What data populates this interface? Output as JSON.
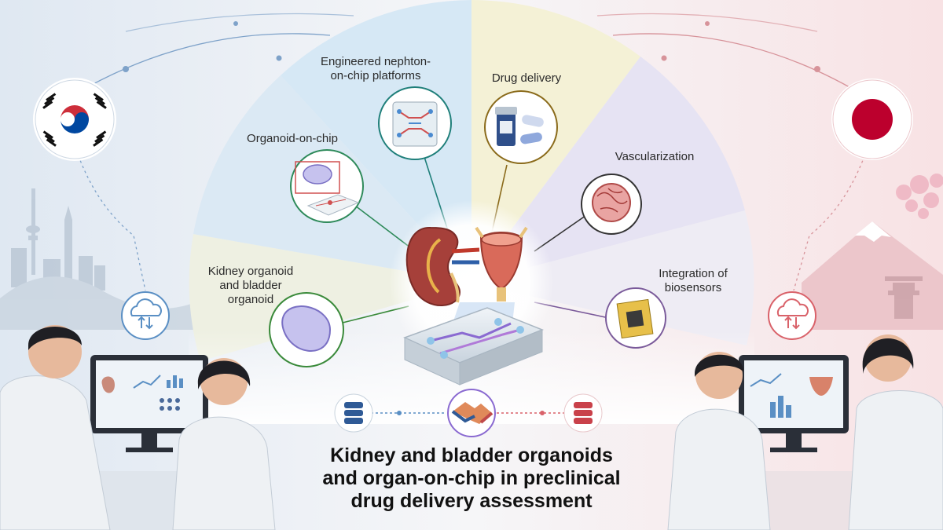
{
  "title": {
    "line1": "Kidney and bladder organoids",
    "line2": "and organ-on-chip in preclinical",
    "line3": "drug delivery assessment"
  },
  "segments": [
    {
      "id": "kidney-bladder-organoid",
      "lines": [
        "Kidney organoid",
        "and bladder",
        "organoid"
      ],
      "color": "#eef0e2",
      "ring": "#3a8a3a"
    },
    {
      "id": "organoid-on-chip",
      "lines": [
        "Organoid-on-chip"
      ],
      "color": "#dbe9f4",
      "ring": "#2e8a5a"
    },
    {
      "id": "nephron-on-chip",
      "lines": [
        "Engineered nephton-",
        "on-chip platforms"
      ],
      "color": "#d6e8f5",
      "ring": "#1f7f7a"
    },
    {
      "id": "drug-delivery",
      "lines": [
        "Drug delivery"
      ],
      "color": "#f4f1d6",
      "ring": "#8a6a1a"
    },
    {
      "id": "vascularization",
      "lines": [
        "Vascularization"
      ],
      "color": "#e6e3f3",
      "ring": "#333333"
    },
    {
      "id": "biosensors",
      "lines": [
        "Integration of",
        "biosensors"
      ],
      "color": "#eeecf4",
      "ring": "#7a5a9a"
    }
  ],
  "flags": {
    "left": {
      "name": "south-korea-flag",
      "red": "#cd2e3a",
      "blue": "#0047a0"
    },
    "right": {
      "name": "japan-flag",
      "red": "#bc002d"
    }
  },
  "icons": {
    "cloud_left": "cloud-sync-icon",
    "cloud_right": "cloud-sync-icon",
    "db_left": "database-icon",
    "db_right": "database-icon",
    "handshake": "handshake-icon"
  },
  "colors": {
    "accent_blue": "#5a8fc4",
    "accent_red": "#d9626a",
    "sky_left": "#dde8f3",
    "sky_right": "#f7dfe2"
  }
}
